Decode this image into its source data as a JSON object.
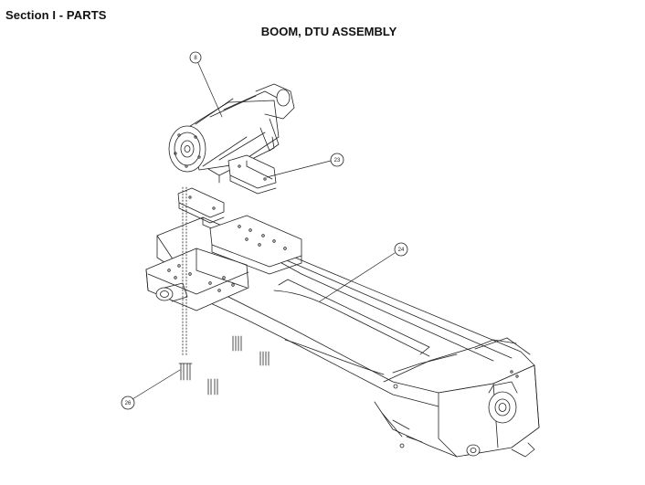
{
  "header": {
    "section": "Section I - PARTS",
    "title": "BOOM, DTU ASSEMBLY"
  },
  "callouts": [
    {
      "id": "callout-8",
      "label": "8"
    },
    {
      "id": "callout-23",
      "label": "23"
    },
    {
      "id": "callout-24",
      "label": "24"
    },
    {
      "id": "callout-26",
      "label": "26"
    }
  ]
}
